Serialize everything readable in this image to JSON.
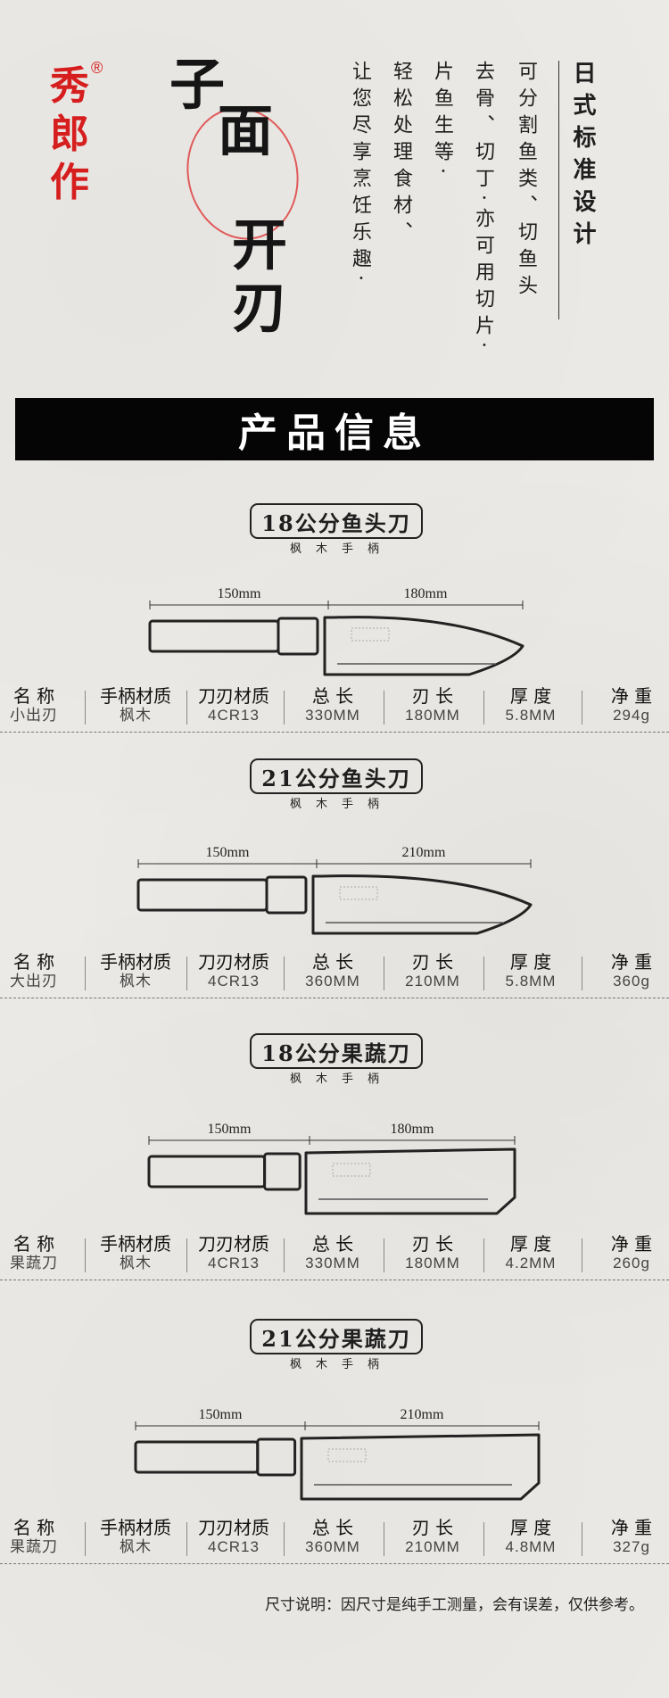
{
  "brand": {
    "chars": [
      "秀",
      "郎",
      "作"
    ],
    "registered": "®"
  },
  "calligraphy": {
    "line1": "子",
    "line2": "面",
    "line3": "开刃"
  },
  "intro": {
    "title": "日式标准设计",
    "lines": [
      "可分割鱼类、切鱼头",
      "去骨、切丁·亦可用切片·",
      "片鱼生等·",
      "轻松处理食材、",
      "让您尽享烹饪乐趣·"
    ]
  },
  "banner": {
    "title": "产品信息"
  },
  "spec_headers": [
    "名 称",
    "手柄材质",
    "刀刃材质",
    "总 长",
    "刃 长",
    "厚 度",
    "净 重"
  ],
  "products": [
    {
      "title": "18公分鱼头刀",
      "subtitle": "枫木手柄",
      "dim_handle": "150mm",
      "dim_blade": "180mm",
      "blade_shape": "deba",
      "values": [
        "小出刃",
        "枫木",
        "4CR13",
        "330MM",
        "180MM",
        "5.8MM",
        "294g"
      ]
    },
    {
      "title": "21公分鱼头刀",
      "subtitle": "枫木手柄",
      "dim_handle": "150mm",
      "dim_blade": "210mm",
      "blade_shape": "deba",
      "values": [
        "大出刃",
        "枫木",
        "4CR13",
        "360MM",
        "210MM",
        "5.8MM",
        "360g"
      ]
    },
    {
      "title": "18公分果蔬刀",
      "subtitle": "枫木手柄",
      "dim_handle": "150mm",
      "dim_blade": "180mm",
      "blade_shape": "nakiri",
      "values": [
        "果蔬刀",
        "枫木",
        "4CR13",
        "330MM",
        "180MM",
        "4.2MM",
        "260g"
      ]
    },
    {
      "title": "21公分果蔬刀",
      "subtitle": "枫木手柄",
      "dim_handle": "150mm",
      "dim_blade": "210mm",
      "blade_shape": "nakiri",
      "values": [
        "果蔬刀",
        "枫木",
        "4CR13",
        "360MM",
        "210MM",
        "4.8MM",
        "327g"
      ]
    }
  ],
  "note": "尺寸说明：因尺寸是纯手工测量，会有误差，仅供参考。"
}
